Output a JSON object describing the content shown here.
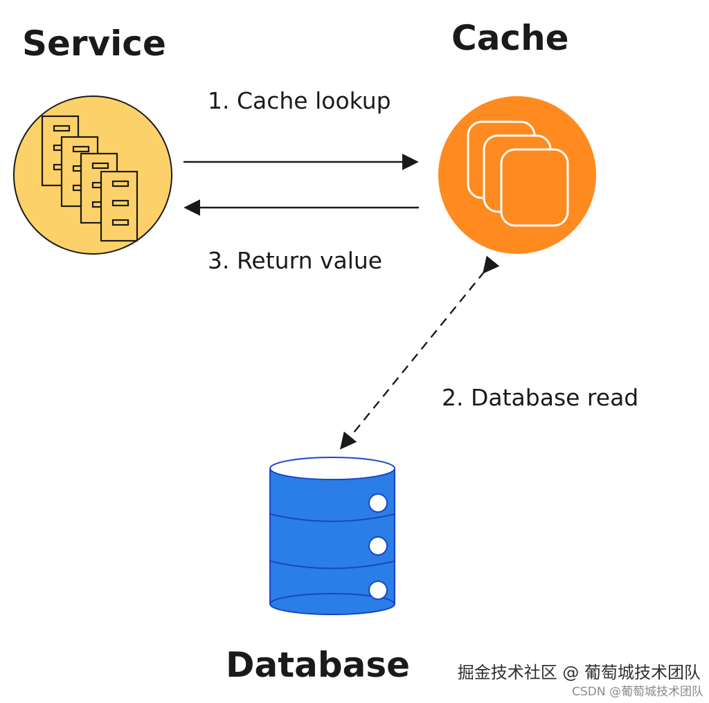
{
  "labels": {
    "service": "Service",
    "cache": "Cache",
    "database": "Database"
  },
  "steps": {
    "lookup": "1. Cache lookup",
    "db_read": "2. Database read",
    "return_value": "3. Return value"
  },
  "watermark": {
    "main": "掘金技术社区 @ 葡萄城技术团队",
    "sub": "CSDN @葡萄城技术团队"
  },
  "colors": {
    "service": "#fdd16a",
    "cache": "#ff8a1f",
    "database": "#2a7ee6",
    "stroke": "#1a1a1a"
  }
}
